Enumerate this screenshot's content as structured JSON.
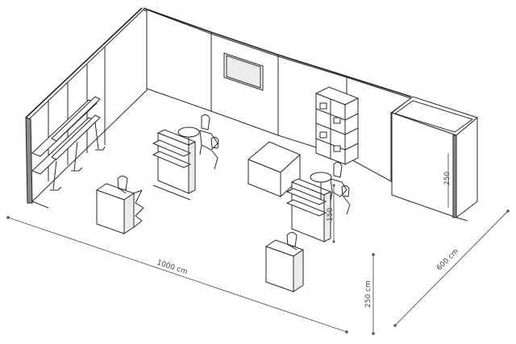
{
  "dimensions": {
    "length": "1000 cm",
    "depth": "600 cm",
    "wall_height": "250 cm",
    "cabin_height": "250",
    "counter_height": "150"
  }
}
